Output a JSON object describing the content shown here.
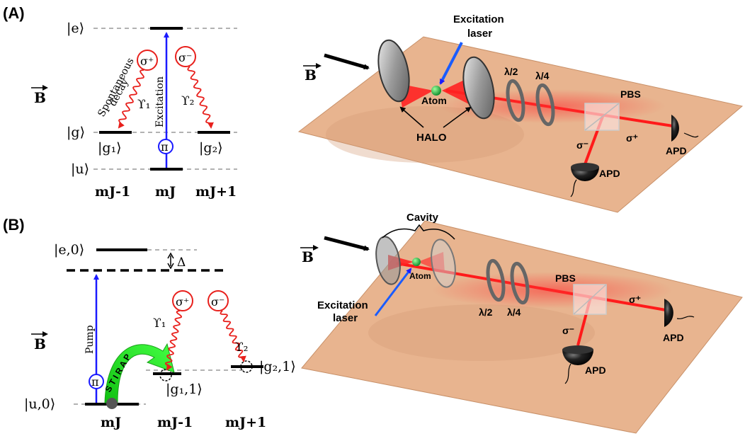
{
  "panel_a": {
    "label": "(A)",
    "levels": {
      "e": "|e⟩",
      "g": "|g⟩",
      "u": "|u⟩",
      "g1": "|g₁⟩",
      "g2": "|g₂⟩"
    },
    "b_field": "B",
    "spontaneous_decay": [
      "Spontaneous",
      "decay"
    ],
    "excitation": "Excitation",
    "sigma_plus": "σ⁺",
    "sigma_minus": "σ⁻",
    "pi": "π",
    "gamma1": "ϒ₁",
    "gamma2": "ϒ₂",
    "m_labels": [
      "mJ-1",
      "mJ",
      "mJ+1"
    ]
  },
  "panel_b": {
    "label": "(B)",
    "levels": {
      "e0": "|e,0⟩",
      "u0": "|u,0⟩",
      "g1_1": "|g₁,1⟩",
      "g2_1": "|g₂,1⟩"
    },
    "delta": "Δ",
    "b_field": "B",
    "pump": "Pump",
    "stirap": "S T I R A P",
    "sigma_plus": "σ⁺",
    "sigma_minus": "σ⁻",
    "pi": "π",
    "gamma1": "ϒ₁",
    "gamma2": "ϒ₂",
    "m_labels": [
      "mJ",
      "mJ-1",
      "mJ+1"
    ]
  },
  "setup_a": {
    "b_field": "B",
    "excitation_laser": [
      "Excitation",
      "laser"
    ],
    "atom": "Atom",
    "halo": "HALO",
    "half_wave": "λ/2",
    "quarter_wave": "λ/4",
    "pbs": "PBS",
    "sigma_plus": "σ⁺",
    "sigma_minus": "σ⁻",
    "apd_right": "APD",
    "apd_bottom": "APD"
  },
  "setup_b": {
    "b_field": "B",
    "cavity": "Cavity",
    "excitation_laser": [
      "Excitation",
      "laser"
    ],
    "atom": "Atom",
    "half_wave": "λ/2",
    "quarter_wave": "λ/4",
    "pbs": "PBS",
    "sigma_plus": "σ⁺",
    "sigma_minus": "σ⁻",
    "apd_right": "APD",
    "apd_bottom": "APD"
  },
  "colors": {
    "transition_blue": "#1a1aff",
    "decay_red": "#e8201c",
    "stirap_green": "#22ee22",
    "table": "#e8b48f",
    "beam_red": "#ff1a1a"
  }
}
